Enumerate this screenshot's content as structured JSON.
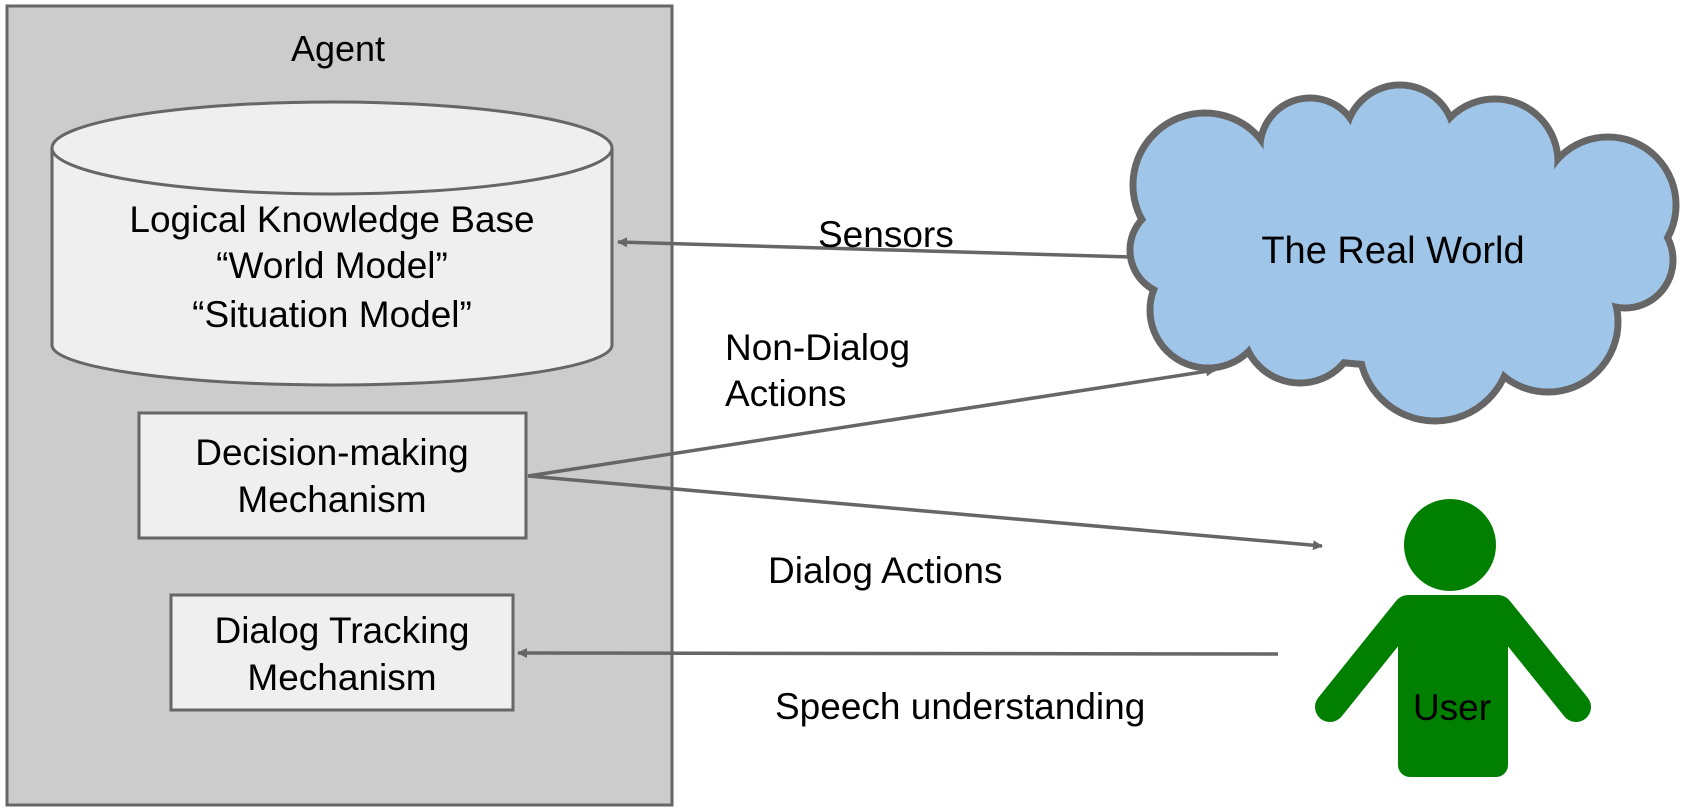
{
  "agent": {
    "title": "Agent",
    "knowledge_base": {
      "line1": "Logical Knowledge Base",
      "line2": "“World Model”",
      "line3": "“Situation Model”"
    },
    "decision": {
      "line1": "Decision-making",
      "line2": "Mechanism"
    },
    "tracking": {
      "line1": "Dialog Tracking",
      "line2": "Mechanism"
    }
  },
  "world": {
    "label": "The Real World"
  },
  "user": {
    "label": "User"
  },
  "edges": {
    "sensors": "Sensors",
    "non_dialog_line1": "Non-Dialog",
    "non_dialog_line2": "Actions",
    "dialog_actions": "Dialog Actions",
    "speech": "Speech understanding"
  },
  "colors": {
    "agent_fill": "#cccccc",
    "box_fill": "#efefef",
    "stroke": "#666666",
    "cloud_fill": "#9fc5e8",
    "user_fill": "#007f00"
  }
}
